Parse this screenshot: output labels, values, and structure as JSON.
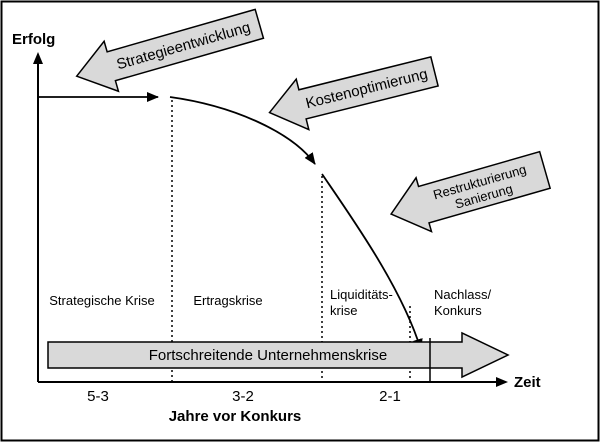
{
  "axes": {
    "y_label": "Erfolg",
    "x_label": "Zeit",
    "x_ticks": [
      "5-3",
      "3-2",
      "2-1"
    ],
    "x_caption": "Jahre vor Konkurs"
  },
  "measures": {
    "strategy": {
      "label": "Strategieentwicklung"
    },
    "cost": {
      "label": "Kostenoptimierung"
    },
    "restructuring": {
      "label_line1": "Restrukturierung",
      "label_line2": "Sanierung"
    }
  },
  "phases": {
    "strategic": {
      "label": "Strategische Krise"
    },
    "earnings": {
      "label": "Ertragskrise"
    },
    "liquidity": {
      "label_line1": "Liquiditäts-",
      "label_line2": "krise"
    },
    "insolvency": {
      "label_line1": "Nachlass/",
      "label_line2": "Konkurs"
    }
  },
  "progress_arrow": {
    "label": "Fortschreitende Unternehmenskrise"
  },
  "colors": {
    "arrow_fill": "#d9d9d9",
    "stroke": "#000000",
    "background": "#ffffff"
  }
}
